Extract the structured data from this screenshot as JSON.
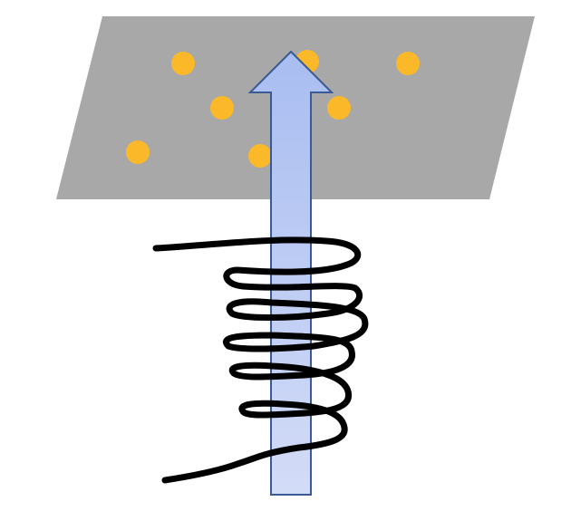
{
  "diagram": {
    "plane": {
      "color": "#a9a8a8"
    },
    "particles": {
      "color": "#fbb929",
      "count": 7
    },
    "arrow": {
      "fill_top": "#a9bdf1",
      "fill_bottom": "#d3dcf7",
      "stroke": "#3a5a93",
      "direction": "up"
    },
    "coil": {
      "color": "#000000",
      "turns": 5
    }
  }
}
